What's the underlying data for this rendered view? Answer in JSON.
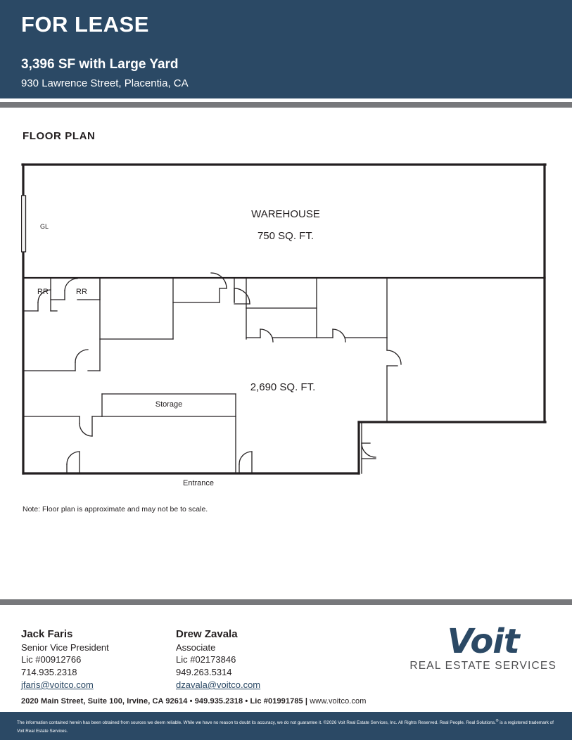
{
  "header": {
    "eyebrow": "FOR LEASE",
    "headline": "3,396 SF with Large Yard",
    "address": "930 Lawrence Street, Placentia, CA"
  },
  "main": {
    "section_title": "FLOOR PLAN",
    "note": "Note: Floor plan is approximate and may not be to scale."
  },
  "floor_plan": {
    "warehouse_label": "WAREHOUSE",
    "warehouse_area": "750 SQ. FT.",
    "office_area": "2,690 SQ. FT.",
    "grade_level_door": "GL",
    "restroom_1": "RR",
    "restroom_2": "RR",
    "storage_label": "Storage",
    "entrance_label": "Entrance"
  },
  "footer": {
    "contacts": [
      {
        "name": "Jack Faris",
        "title": "Senior Vice President",
        "license": "Lic #00912766",
        "phone": "714.935.2318",
        "email": "jfaris@voitco.com"
      },
      {
        "name": "Drew Zavala",
        "title": "Associate",
        "license": "Lic #02173846",
        "phone": "949.263.5314",
        "email": "dzavala@voitco.com"
      }
    ],
    "logo": {
      "wordmark": "Voit",
      "tagline": "REAL ESTATE SERVICES"
    },
    "office_address": "2020 Main Street, Suite 100, Irvine, CA 92614 • 949.935.2318 •  Lic #01991785",
    "office_separator": "|",
    "website": "www.voitco.com",
    "disclaimer_part1": "The information contained herein has been obtained from sources we deem reliable. While we have no reason to doubt its accuracy, we do not guarantee it.  ©2026 Voit Real Estate Services, Inc. All Rights Reserved. Real People. Real Solutions.",
    "disclaimer_sup": "®",
    "disclaimer_part2": " is a registered trademark of Voit Real Estate Services."
  },
  "colors": {
    "navy": "#2b4965",
    "gray_bar": "#77787b",
    "link": "#2b4965",
    "wall": "#231f20"
  }
}
